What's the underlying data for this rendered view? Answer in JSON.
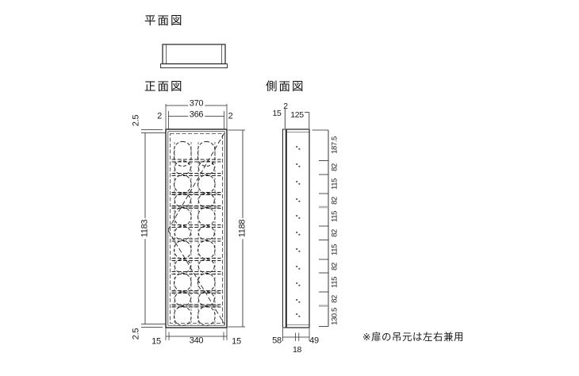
{
  "plan": {
    "title": "平面図"
  },
  "front": {
    "title": "正面図",
    "dim_overall_width": "370",
    "dim_inner_width": "366",
    "dim_gap_left": "2",
    "dim_gap_right": "2",
    "dim_top_edge": "2.5",
    "dim_bottom_edge": "2.5",
    "dim_left_height": "1183",
    "dim_right_height": "1188",
    "dim_bottom_left": "15",
    "dim_bottom_center": "340",
    "dim_bottom_right": "15"
  },
  "side": {
    "title": "側面図",
    "dim_top_door": "15",
    "dim_top_gap": "2",
    "dim_top_depth": "125",
    "dim_bottom_left": "58",
    "dim_bottom_center": "18",
    "dim_bottom_right": "49",
    "chain": [
      "187.5",
      "82",
      "115",
      "82",
      "115",
      "82",
      "115",
      "82",
      "115",
      "82",
      "130.5"
    ]
  },
  "note": "※扉の吊元は左右兼用",
  "colors": {
    "line": "#222222",
    "gray": "#b8b8b8",
    "background": "#ffffff"
  }
}
